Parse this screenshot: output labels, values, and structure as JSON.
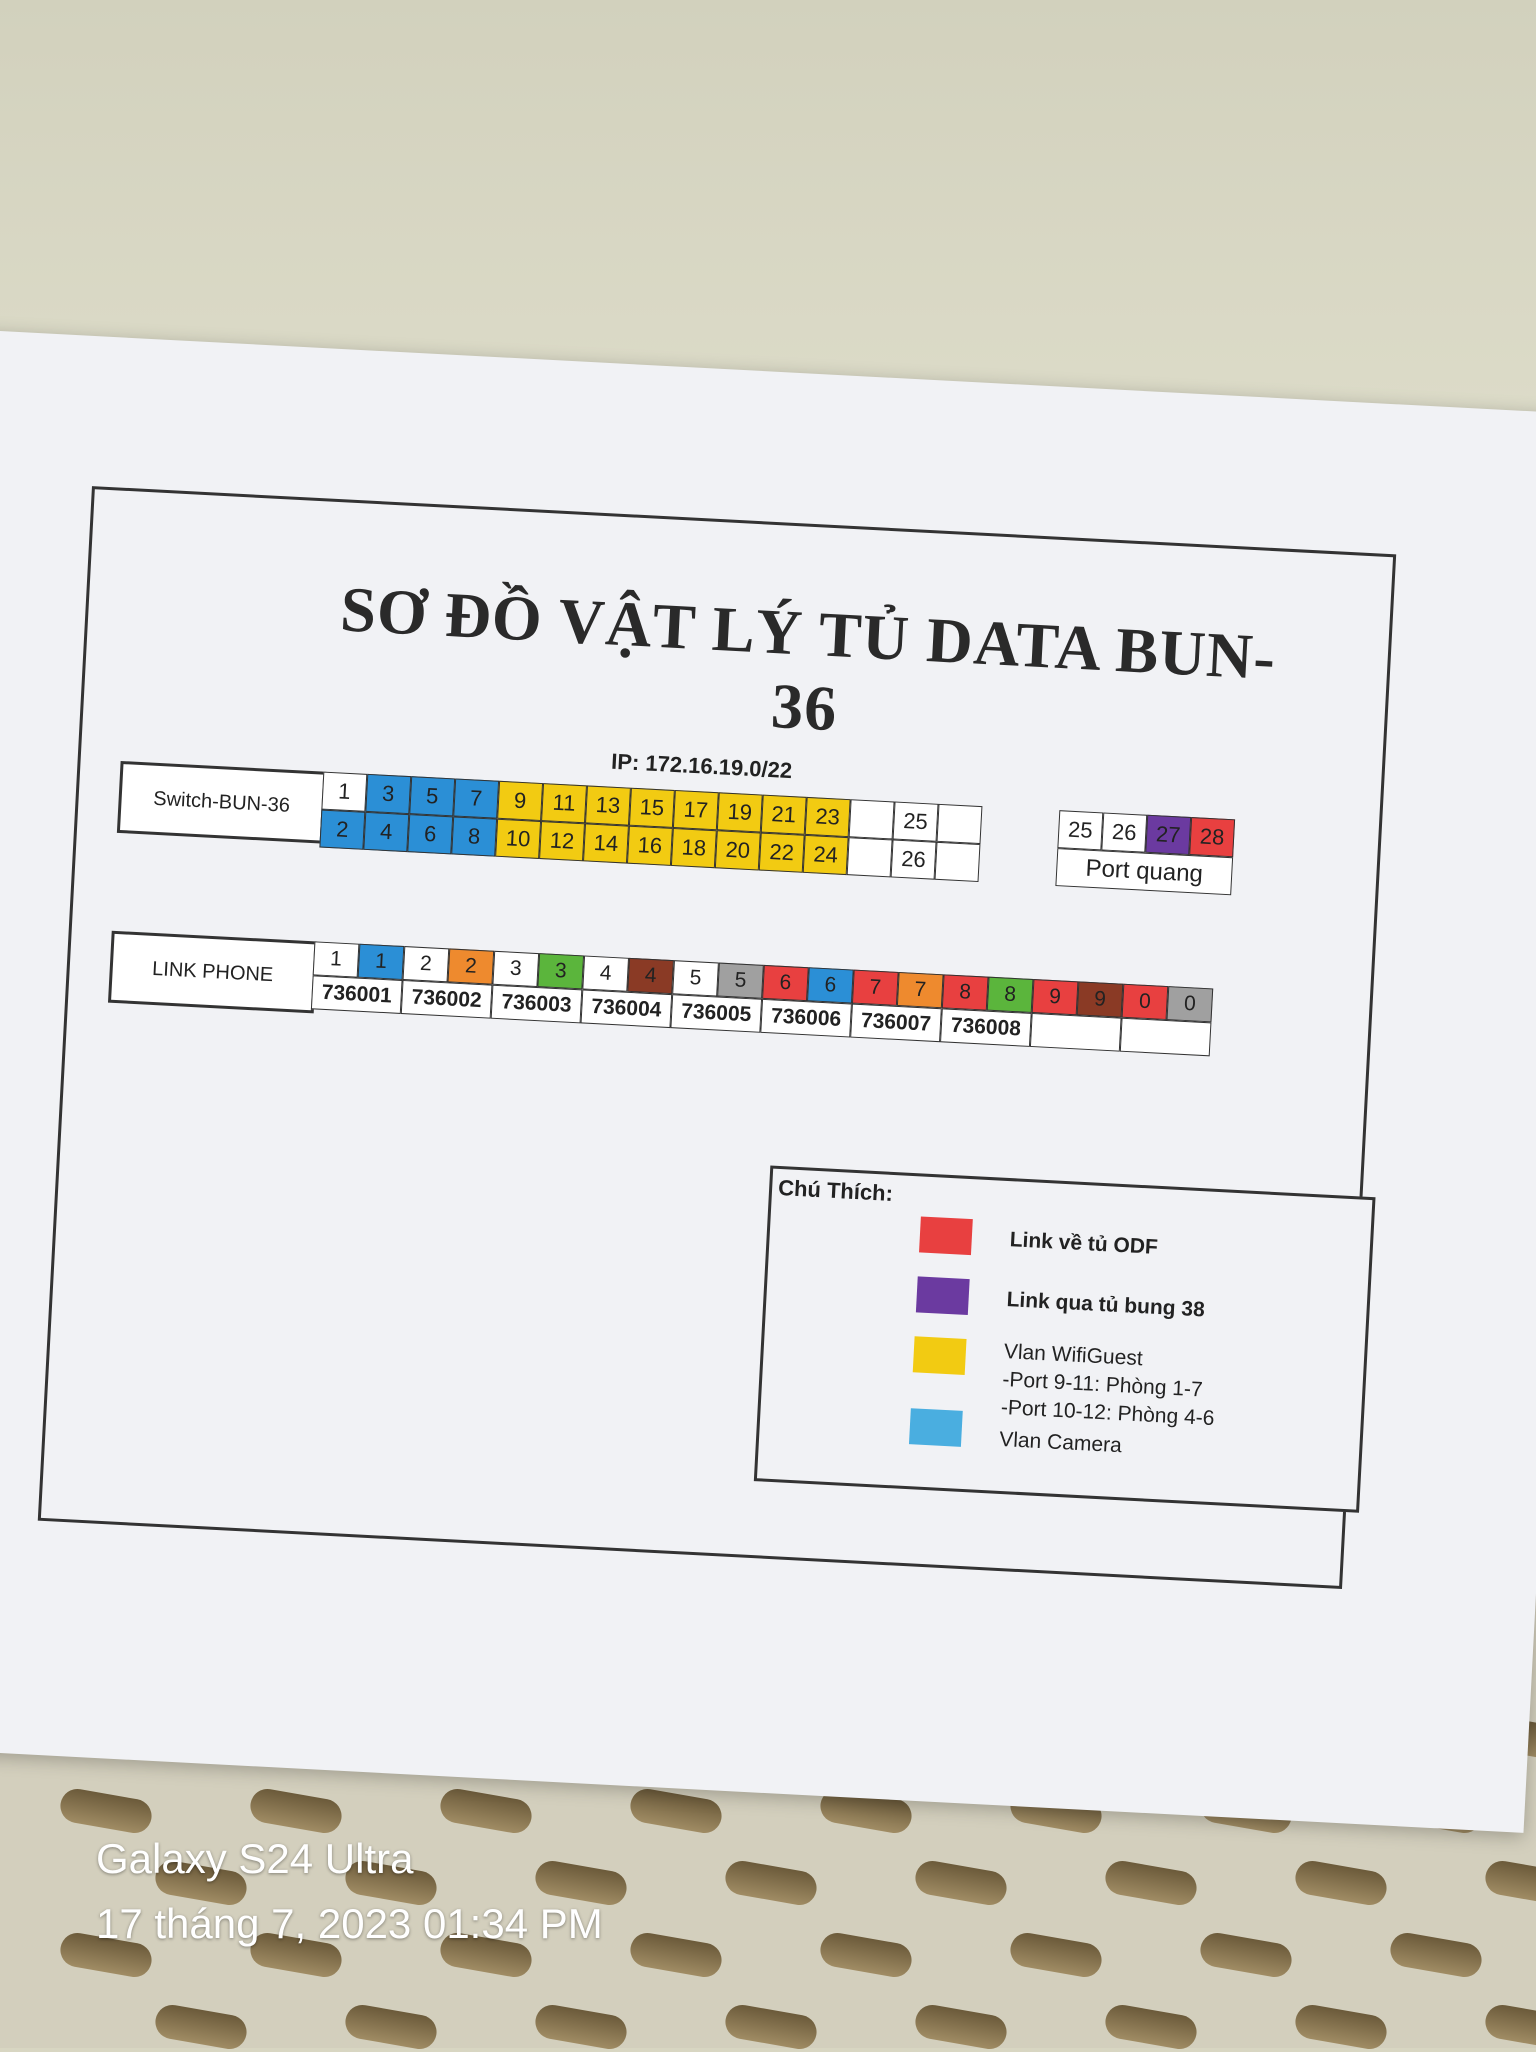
{
  "title": "SƠ ĐỒ VẬT LÝ TỦ DATA BUN-36",
  "ip": "IP: 172.16.19.0/22",
  "switch": {
    "label": "Switch-BUN-36",
    "top": [
      "1",
      "3",
      "5",
      "7",
      "9",
      "11",
      "13",
      "15",
      "17",
      "19",
      "21",
      "23",
      "",
      "25",
      ""
    ],
    "bottom": [
      "2",
      "4",
      "6",
      "8",
      "10",
      "12",
      "14",
      "16",
      "18",
      "20",
      "22",
      "24",
      "",
      "26",
      ""
    ],
    "top_colors": [
      "#ffffff",
      "#2b8fd6",
      "#2b8fd6",
      "#2b8fd6",
      "#f2cb12",
      "#f2cb12",
      "#f2cb12",
      "#f2cb12",
      "#f2cb12",
      "#f2cb12",
      "#f2cb12",
      "#f2cb12",
      "#ffffff",
      "#ffffff",
      "#ffffff"
    ],
    "bottom_colors": [
      "#2b8fd6",
      "#2b8fd6",
      "#2b8fd6",
      "#2b8fd6",
      "#f2cb12",
      "#f2cb12",
      "#f2cb12",
      "#f2cb12",
      "#f2cb12",
      "#f2cb12",
      "#f2cb12",
      "#f2cb12",
      "#ffffff",
      "#ffffff",
      "#ffffff"
    ],
    "fiber": [
      {
        "label": "25",
        "color": "#ffffff"
      },
      {
        "label": "26",
        "color": "#ffffff"
      },
      {
        "label": "27",
        "color": "#6b3aa0"
      },
      {
        "label": "28",
        "color": "#e84040"
      }
    ],
    "fiber_caption": "Port quang"
  },
  "phone": {
    "label": "LINK PHONE",
    "pairs": [
      {
        "a": "1",
        "b": "1",
        "a_color": "#ffffff",
        "b_color": "#2b8fd6",
        "num": "736001"
      },
      {
        "a": "2",
        "b": "2",
        "a_color": "#ffffff",
        "b_color": "#ee8a2e",
        "num": "736002"
      },
      {
        "a": "3",
        "b": "3",
        "a_color": "#ffffff",
        "b_color": "#5bb53c",
        "num": "736003"
      },
      {
        "a": "4",
        "b": "4",
        "a_color": "#ffffff",
        "b_color": "#8a3a25",
        "num": "736004"
      },
      {
        "a": "5",
        "b": "5",
        "a_color": "#ffffff",
        "b_color": "#a0a0a0",
        "num": "736005"
      },
      {
        "a": "6",
        "b": "6",
        "a_color": "#e84040",
        "b_color": "#2b8fd6",
        "num": "736006"
      },
      {
        "a": "7",
        "b": "7",
        "a_color": "#e84040",
        "b_color": "#ee8a2e",
        "num": "736007"
      },
      {
        "a": "8",
        "b": "8",
        "a_color": "#e84040",
        "b_color": "#5bb53c",
        "num": "736008"
      },
      {
        "a": "9",
        "b": "9",
        "a_color": "#e84040",
        "b_color": "#8a3a25",
        "num": ""
      },
      {
        "a": "0",
        "b": "0",
        "a_color": "#e84040",
        "b_color": "#a0a0a0",
        "num": ""
      }
    ]
  },
  "legend": {
    "title": "Chú Thích:",
    "items": [
      {
        "color": "#e84040",
        "text": "Link về tủ ODF"
      },
      {
        "color": "#6b3aa0",
        "text": "Link qua tủ bung 38"
      },
      {
        "color": "#f2cb12",
        "text": "Vlan WifiGuest"
      },
      {
        "color": "#4aaee0",
        "text": "Vlan Camera"
      }
    ],
    "notes": [
      "-Port 9-11: Phòng 1-7",
      "-Port 10-12: Phòng 4-6"
    ]
  },
  "camera_stamp": {
    "device": "Galaxy S24 Ultra",
    "datetime": "17 tháng 7, 2023 01:34 PM"
  }
}
